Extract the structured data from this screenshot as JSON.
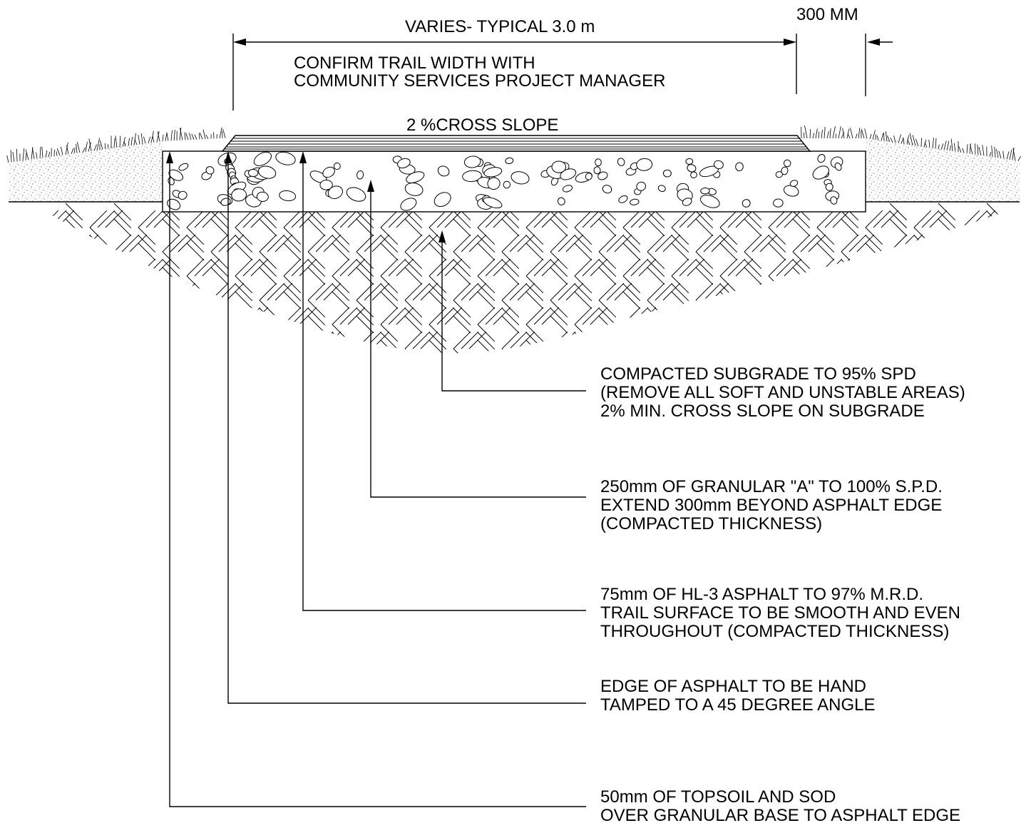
{
  "dimensions": {
    "width_label": "VARIES- TYPICAL 3.0 m",
    "offset_label": "300 MM",
    "slope_label": "2 %CROSS SLOPE"
  },
  "note": {
    "line1": "CONFIRM TRAIL WIDTH WITH",
    "line2": "COMMUNITY SERVICES PROJECT MANAGER"
  },
  "callouts": [
    {
      "lines": [
        "COMPACTED SUBGRADE TO 95% SPD",
        "(REMOVE ALL SOFT AND UNSTABLE AREAS)",
        "2% MIN. CROSS SLOPE ON SUBGRADE"
      ]
    },
    {
      "lines": [
        "250mm OF GRANULAR \"A\" TO 100% S.P.D.",
        "EXTEND 300mm BEYOND ASPHALT EDGE",
        "(COMPACTED THICKNESS)"
      ]
    },
    {
      "lines": [
        "75mm OF HL-3 ASPHALT TO 97% M.R.D.",
        "TRAIL SURFACE TO BE SMOOTH AND EVEN",
        "THROUGHOUT (COMPACTED THICKNESS)"
      ]
    },
    {
      "lines": [
        "EDGE OF ASPHALT TO BE HAND",
        "TAMPED TO A 45 DEGREE ANGLE"
      ]
    },
    {
      "lines": [
        "50mm OF TOPSOIL AND SOD",
        "OVER GRANULAR BASE TO ASPHALT EDGE"
      ]
    }
  ],
  "colors": {
    "ink": "#000000",
    "topsoil_speckle": "#8a8a8a",
    "background": "#ffffff"
  }
}
